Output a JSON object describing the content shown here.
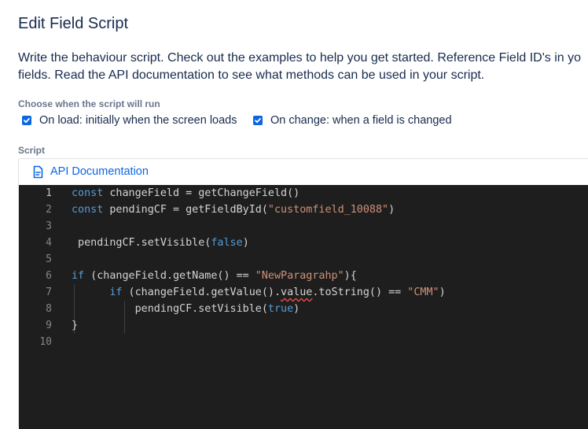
{
  "page": {
    "title": "Edit Field Script",
    "description_line1": "Write the behaviour script. Check out the examples to help you get started. Reference Field ID's in yo",
    "description_line2": "fields. Read the API documentation to see what methods can be used in your script."
  },
  "run_options": {
    "label": "Choose when the script will run",
    "on_load": {
      "label": "On load: initially when the screen loads",
      "checked": true
    },
    "on_change": {
      "label": "On change: when a field is changed",
      "checked": true
    }
  },
  "script": {
    "label": "Script",
    "api_doc_label": "API Documentation",
    "line_numbers": [
      "1",
      "2",
      "3",
      "4",
      "5",
      "6",
      "7",
      "8",
      "9",
      "10"
    ],
    "lines": [
      {
        "n": 1,
        "tokens": [
          {
            "t": "const",
            "c": "kw"
          },
          {
            "t": " changeField = getChangeField()",
            "c": ""
          }
        ]
      },
      {
        "n": 2,
        "tokens": [
          {
            "t": "const",
            "c": "kw"
          },
          {
            "t": " pendingCF = getFieldById(",
            "c": ""
          },
          {
            "t": "\"customfield_10088\"",
            "c": "str"
          },
          {
            "t": ")",
            "c": ""
          }
        ]
      },
      {
        "n": 3,
        "tokens": []
      },
      {
        "n": 4,
        "tokens": [
          {
            "t": " pendingCF.setVisible(",
            "c": ""
          },
          {
            "t": "false",
            "c": "kw"
          },
          {
            "t": ")",
            "c": ""
          }
        ]
      },
      {
        "n": 5,
        "tokens": []
      },
      {
        "n": 6,
        "tokens": [
          {
            "t": "if",
            "c": "kw"
          },
          {
            "t": " (changeField.getName() == ",
            "c": ""
          },
          {
            "t": "\"NewParagrahp\"",
            "c": "str"
          },
          {
            "t": "){",
            "c": ""
          }
        ]
      },
      {
        "n": 7,
        "tokens": [
          {
            "t": "      ",
            "c": ""
          },
          {
            "t": "if",
            "c": "kw"
          },
          {
            "t": " (changeField.getValue().",
            "c": ""
          },
          {
            "t": "value",
            "c": "squiggle"
          },
          {
            "t": ".toString() == ",
            "c": ""
          },
          {
            "t": "\"CMM\"",
            "c": "str"
          },
          {
            "t": ")",
            "c": ""
          }
        ]
      },
      {
        "n": 8,
        "tokens": [
          {
            "t": "          pendingCF.setVisible(",
            "c": ""
          },
          {
            "t": "true",
            "c": "kw"
          },
          {
            "t": ")",
            "c": ""
          }
        ]
      },
      {
        "n": 9,
        "tokens": [
          {
            "t": "}",
            "c": ""
          }
        ]
      },
      {
        "n": 10,
        "tokens": []
      }
    ]
  }
}
